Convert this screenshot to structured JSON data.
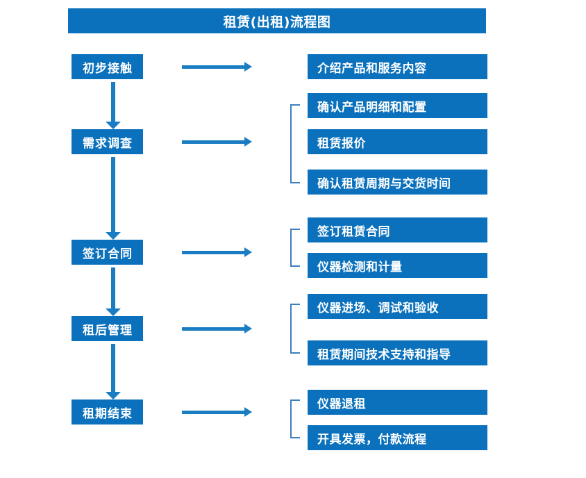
{
  "header": {
    "title": "租赁(出租)流程图"
  },
  "colors": {
    "box_blue": "#0b71bc",
    "arrow_blue": "#1a7dc4",
    "bracket_blue": "#3f7fbe",
    "text_white": "#ffffff",
    "background": "#ffffff"
  },
  "stages": [
    {
      "label": "初步接触"
    },
    {
      "label": "需求调查"
    },
    {
      "label": "签订合同"
    },
    {
      "label": "租后管理"
    },
    {
      "label": "租期结束"
    }
  ],
  "tasks": [
    {
      "label": "介绍产品和服务内容"
    },
    {
      "label": "确认产品明细和配置"
    },
    {
      "label": "租赁报价"
    },
    {
      "label": "确认租赁周期与交货时间"
    },
    {
      "label": "签订租赁合同"
    },
    {
      "label": "仪器检测和计量"
    },
    {
      "label": "仪器进场、调试和验收"
    },
    {
      "label": "租赁期间技术支持和指导"
    },
    {
      "label": "仪器退租"
    },
    {
      "label": "开具发票，付款流程"
    }
  ],
  "connectors": {
    "down_arrow_name": "down-arrow-icon",
    "right_arrow_name": "right-arrow-icon",
    "bracket_name": "group-bracket"
  }
}
